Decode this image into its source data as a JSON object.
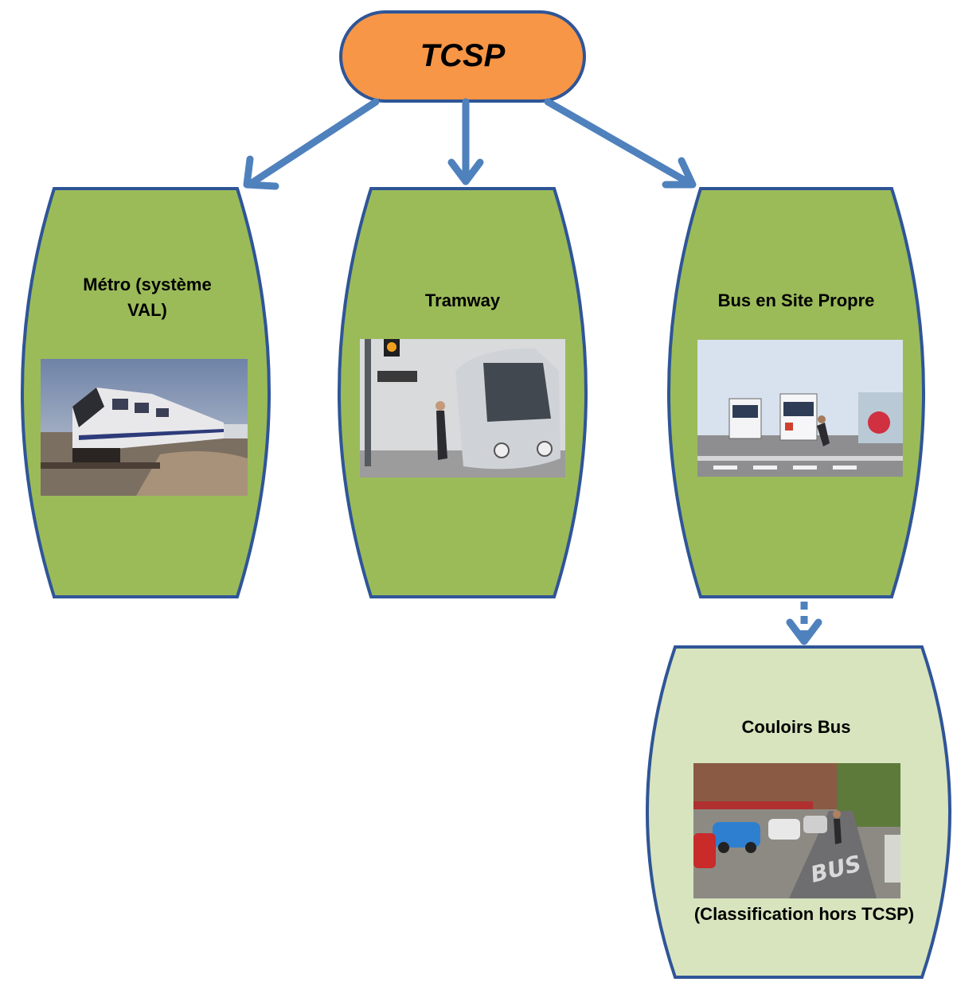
{
  "diagram": {
    "root": {
      "label": "TCSP",
      "fill": "#F79646",
      "stroke": "#1F4E79"
    },
    "nodes": [
      {
        "id": "metro",
        "label": "Métro (système VAL)",
        "label_line1": "Métro (système",
        "label_line2": "VAL)",
        "fill": "#9BBB59",
        "photo_icon": "metro-train-photo"
      },
      {
        "id": "tramway",
        "label": "Tramway",
        "fill": "#9BBB59",
        "photo_icon": "tram-photo"
      },
      {
        "id": "bus-site-propre",
        "label": "Bus en Site Propre",
        "fill": "#9BBB59",
        "photo_icon": "bus-street-photo"
      },
      {
        "id": "couloirs-bus",
        "label": "Couloirs Bus",
        "note": "(Classification hors TCSP)",
        "fill": "#D7E4BD",
        "photo_icon": "bus-lane-photo"
      }
    ],
    "edges": [
      {
        "from": "TCSP",
        "to": "Métro (système VAL)",
        "style": "solid"
      },
      {
        "from": "TCSP",
        "to": "Tramway",
        "style": "solid"
      },
      {
        "from": "TCSP",
        "to": "Bus en Site Propre",
        "style": "solid"
      },
      {
        "from": "Bus en Site Propre",
        "to": "Couloirs Bus",
        "style": "dashed"
      }
    ],
    "arrow_color": "#4F81BD",
    "outline_color": "#2F5597"
  }
}
